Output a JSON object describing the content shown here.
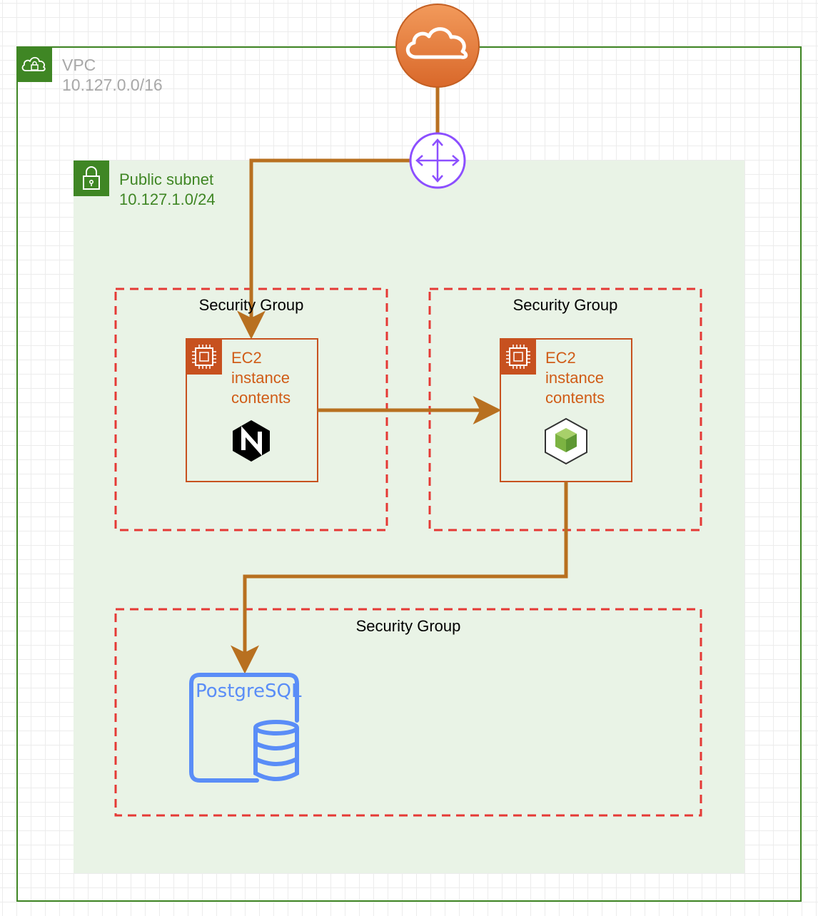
{
  "vpc": {
    "title": "VPC",
    "cidr": "10.127.0.0/16",
    "icon": "vpc-cloud-lock-icon",
    "color": "#3f8624"
  },
  "public_subnet": {
    "title": "Public subnet",
    "cidr": "10.127.1.0/24",
    "icon": "padlock-icon",
    "color": "#3f8624",
    "fill": "#e9f3e6"
  },
  "internet_gateway": {
    "icon": "cloud-icon",
    "color": "#e07b39"
  },
  "router": {
    "icon": "router-icon",
    "color": "#8c4fff"
  },
  "security_groups": [
    {
      "label": "Security Group"
    },
    {
      "label": "Security Group"
    },
    {
      "label": "Security Group"
    }
  ],
  "ec2_instances": [
    {
      "line1": "EC2",
      "line2": "instance",
      "line3": "contents",
      "icon": "nginx-icon"
    },
    {
      "line1": "EC2",
      "line2": "instance",
      "line3": "contents",
      "icon": "nodejs-icon"
    }
  ],
  "database": {
    "label": "PostgreSQL",
    "icon": "database-cylinder-icon",
    "color": "#5a8df7"
  },
  "colors": {
    "connector": "#b87020",
    "security_group_border": "#e53935",
    "ec2_accent": "#c7511f",
    "ec2_text": "#d05c17"
  }
}
